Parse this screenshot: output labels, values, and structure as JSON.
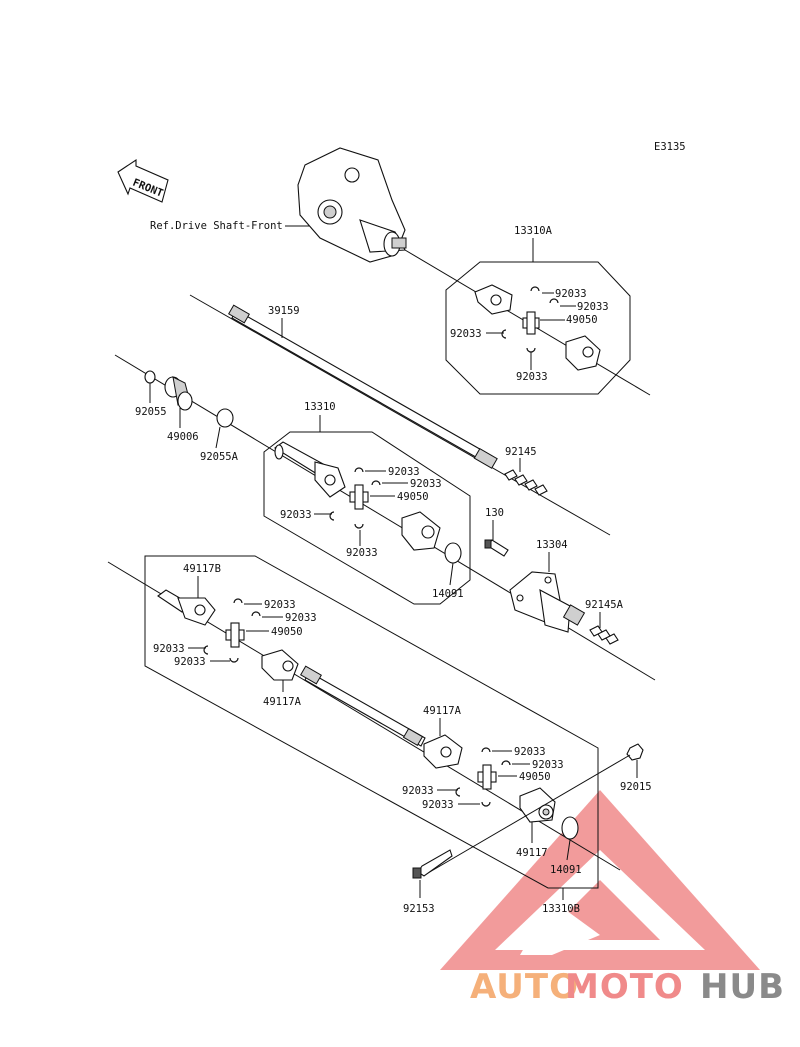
{
  "diagram_code": "E3135",
  "front_label": "FRONT",
  "ref_label": "Ref.Drive Shaft-Front",
  "labels": {
    "l13310A": "13310A",
    "l39159": "39159",
    "a92033_1": "92033",
    "a92033_2": "92033",
    "a49050": "49050",
    "a92033_3": "92033",
    "a92033_4": "92033",
    "l92055": "92055",
    "l49006": "49006",
    "l92055A": "92055A",
    "l13310": "13310",
    "b92033_1": "92033",
    "b92033_2": "92033",
    "b49050": "49050",
    "b92033_3": "92033",
    "b92033_4": "92033",
    "l92145": "92145",
    "l130": "130",
    "l13304": "13304",
    "l14091a": "14091",
    "l92145A": "92145A",
    "l49117B": "49117B",
    "c92033_1": "92033",
    "c92033_2": "92033",
    "c49050": "49050",
    "c92033_3": "92033",
    "c92033_4": "92033",
    "l49117A_1": "49117A",
    "l49117A_2": "49117A",
    "d92033_1": "92033",
    "d92033_2": "92033",
    "d49050": "49050",
    "d92033_3": "92033",
    "d92033_4": "92033",
    "l92015": "92015",
    "l49117": "49117",
    "l14091b": "14091",
    "l92153": "92153",
    "l13310B": "13310B"
  },
  "watermark": {
    "part1": "AUTO",
    "part2": "MOTO",
    "part3": "HUB"
  },
  "colors": {
    "line": "#111111",
    "watermark_orange": "#f5b07a",
    "watermark_red": "#f08a8a",
    "watermark_gray": "#8a8a8a"
  }
}
